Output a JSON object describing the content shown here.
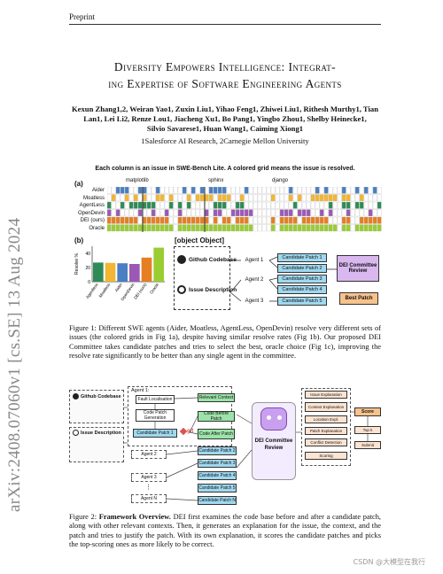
{
  "header": {
    "running_head": "Preprint"
  },
  "side_stamp": "arXiv:2408.07060v1  [cs.SE]  13 Aug 2024",
  "paper": {
    "title_line1": "Diversity Empowers Intelligence: Integrat-",
    "title_line2": "ing Expertise of Software Engineering Agents",
    "authors_line1": "Kexun Zhang1,2, Weiran Yao1, Zuxin Liu1, Yihao Feng1, Zhiwei Liu1, Rithesh Murthy1, Tian",
    "authors_line2": "Lan1, Lei Li2, Renze Lou1, Jiacheng Xu1, Bo Pang1, Yingbo Zhou1, Shelby Heinecke1,",
    "authors_line3": "Silvio Savarese1, Huan Wang1, Caiming Xiong1",
    "affiliations": "1Salesforce AI Research, 2Carnegie Mellon University"
  },
  "figure1": {
    "banner": "Each column is an issue in SWE-Bench Lite. A colored grid means the issue is resolved.",
    "panel_a": "(a)",
    "panel_b": "(b)",
    "panel_c": {
      "github_codebase": "Github Codebase",
      "issue_description": "Issue Description",
      "agents": [
        "Agent 1",
        "Agent 2",
        "Agent 3"
      ],
      "patches": [
        "Candidate Patch 1",
        "Candidate Patch 2",
        "Candidate Patch 3",
        "Candidate Patch 4",
        "Candidate Patch 5"
      ],
      "dei_review": "DEI Committee Review",
      "best_patch": "Best Patch"
    },
    "groups": [
      "matplotlib",
      "sphinx",
      "django"
    ],
    "rows": [
      "Aider",
      "Moatless",
      "AgentLess",
      "OpenDevin",
      "DEI (ours)",
      "Oracle"
    ],
    "row_colors": [
      "#4a7fc1",
      "#f2b632",
      "#2e8b57",
      "#9b59b6",
      "#e67e22",
      "#9acd32"
    ],
    "panel_b_ylabel": "Resolve %",
    "chart_data": {
      "type": "bar",
      "categories": [
        "Agentless",
        "Moatless",
        "Aider",
        "OpenDevin",
        "DEI (ours)",
        "Oracle"
      ],
      "values": [
        27,
        26.5,
        26,
        25,
        34,
        48
      ],
      "colors": [
        "#2e8b57",
        "#f2b632",
        "#4a7fc1",
        "#9b59b6",
        "#e67e22",
        "#9acd32"
      ],
      "ylabel": "Resolve %",
      "ylim": [
        0,
        50
      ],
      "yticks": [
        0,
        20,
        40
      ]
    },
    "caption_label": "Figure 1:",
    "caption": "Different SWE agents (Aider, Moatless, AgentLess, OpenDevin) resolve very different sets of issues (the colored grids in Fig 1a), despite having similar resolve rates (Fig 1b). Our proposed DEI Committee takes candidate patches and tries to select the best, oracle choice (Fig 1c), improving the resolve rate significantly to be better than any single agent in the committee."
  },
  "figure2": {
    "github_codebase": "Github Codebase",
    "issue_description": "Issue Description",
    "agent1": "Agent 1:",
    "fault_localisation": "Fault Localisation",
    "code_patch_generation": "Code Patch Generation",
    "candidate_patch1": "Candidate Patch 1",
    "git": "git",
    "relevant_context": "Relevant Context",
    "code_before": "Code Before Patch",
    "code_after": "Code After Patch",
    "agents_left": [
      "Agent 2",
      "Agent 3",
      "Agent N"
    ],
    "patches": [
      "Candidate Patch 2",
      "Candidate Patch 3",
      "Candidate Patch 4",
      "Candidate Patch 5",
      "Candidate Patch N"
    ],
    "dei_review": "DEI Committee Review",
    "explanations": [
      "Issue Explanation",
      "Context Explanation",
      "Location Expl.",
      "Patch Explanation",
      "Conflict Detection",
      "Scoring"
    ],
    "score": "Score",
    "topk": "Top k",
    "submit": "Submit",
    "caption_label": "Figure 2:",
    "caption_bold": "Framework Overview.",
    "caption": "DEI first examines the code base before and after a candidate patch, along with other relevant contexts. Then, it generates an explanation for the issue, the context, and the patch and tries to justify the patch. With its own explanation, it scores the candidate patches and picks the top-scoring ones as more likely to be correct."
  },
  "watermark": "CSDN @大模型在我行"
}
